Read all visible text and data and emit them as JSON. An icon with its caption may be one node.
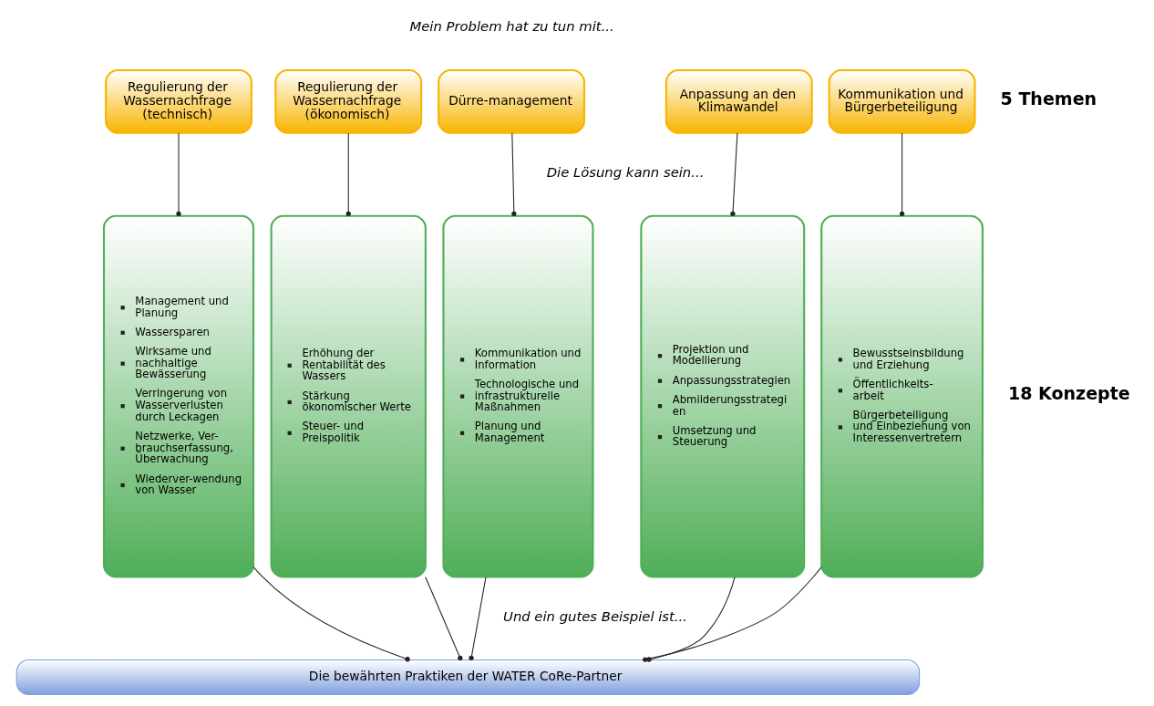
{
  "diagram": {
    "nodes": [
      {
        "text": [
          "Regulierung der Wassernachfrage (technisch)"
        ]
      },
      {
        "text": [
          "Regulierung der Wassernachfrage (ökonomisch)"
        ]
      },
      {
        "text": [
          "Dürre-management"
        ]
      },
      {
        "text": [
          "Anpassung an den Klimawandel"
        ]
      },
      {
        "text": [
          "Kommunikation und Bürgerbeteiligung"
        ]
      },
      {
        "text": [
          "Management und Planung",
          "Wassersparen",
          "Wirksame und nachhaltige Bewässerung",
          "Verringerung von Wasserverlusten durch Leckagen",
          "Netzwerke, Ver-brauchserfassung, Überwachung",
          "Wiederver-wendung von Wasser"
        ]
      },
      {
        "text": [
          "Erhöhung der Rentabilität des Wassers",
          "Stärkung ökonomischer Werte",
          "Steuer- und Preispolitik"
        ]
      },
      {
        "text": [
          "Kommunikation und Information",
          "Technologische und infrastrukturelle Maßnahmen",
          "Planung und Management"
        ]
      },
      {
        "text": [
          "Projektion und Modellierung",
          "Anpassungsstrategien",
          "Abmilderungsstrategien",
          "Umsetzung und Steuerung"
        ]
      },
      {
        "text": [
          "Bewusstseinsbildung und Erziehung",
          "Öffentlichkeits-arbeit",
          "Bürgerbeteiligung und Einbeziehung von Interessenvertretern"
        ]
      },
      {
        "text": [
          "Die bewährten Praktiken der WATER CoRe-Partner"
        ]
      }
    ],
    "edges": [
      {
        "from": 0,
        "to": 5,
        "arrow": "other"
      },
      {
        "from": 1,
        "to": 6,
        "arrow": "other"
      },
      {
        "from": 2,
        "to": 7,
        "arrow": "other"
      },
      {
        "from": 3,
        "to": 8,
        "arrow": "other"
      },
      {
        "from": 4,
        "to": 9,
        "arrow": "other"
      },
      {
        "from": 5,
        "to": 10,
        "arrow": "other"
      },
      {
        "from": 6,
        "to": 10,
        "arrow": "other"
      },
      {
        "from": 7,
        "to": 10,
        "arrow": "other"
      },
      {
        "from": 8,
        "to": 10,
        "arrow": "other"
      },
      {
        "from": 9,
        "to": 10,
        "arrow": "other"
      }
    ],
    "labels": [
      "Mein Problem hat zu tun mit...",
      "5 Themen",
      "Die Lösung kann sein...",
      "18 Konzepte",
      "Und ein gutes Beispiel ist..."
    ]
  }
}
